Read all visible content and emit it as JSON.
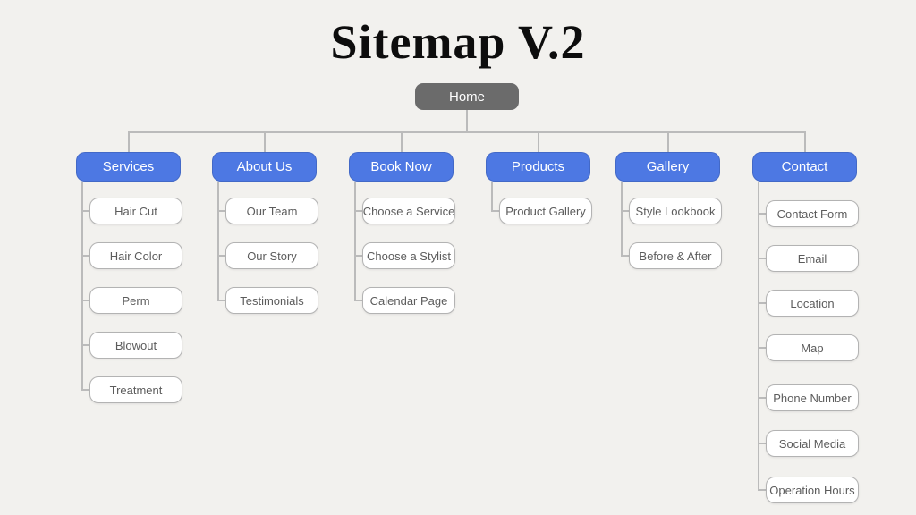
{
  "title": "Sitemap V.2",
  "root": {
    "label": "Home"
  },
  "branches": [
    {
      "label": "Services",
      "children": [
        "Hair Cut",
        "Hair Color",
        "Perm",
        "Blowout",
        "Treatment"
      ]
    },
    {
      "label": "About Us",
      "children": [
        "Our Team",
        "Our Story",
        "Testimonials"
      ]
    },
    {
      "label": "Book Now",
      "children": [
        "Choose a Service",
        "Choose a Stylist",
        "Calendar Page"
      ]
    },
    {
      "label": "Products",
      "children": [
        "Product Gallery"
      ]
    },
    {
      "label": "Gallery",
      "children": [
        "Style Lookbook",
        "Before & After"
      ]
    },
    {
      "label": "Contact",
      "children": [
        "Contact Form",
        "Email",
        "Location",
        "Map",
        "Phone Number",
        "Social Media",
        "Operation Hours"
      ]
    }
  ],
  "colors": {
    "background": "#f2f1ee",
    "title_text": "#0d0d0d",
    "root_fill": "#6b6b6b",
    "root_text": "#ffffff",
    "branch_fill": "#4d78e3",
    "branch_text": "#ffffff",
    "child_fill": "#ffffff",
    "child_border": "#b3b3b3",
    "child_text": "#5c5c5c",
    "connector": "#bbbbbb"
  }
}
